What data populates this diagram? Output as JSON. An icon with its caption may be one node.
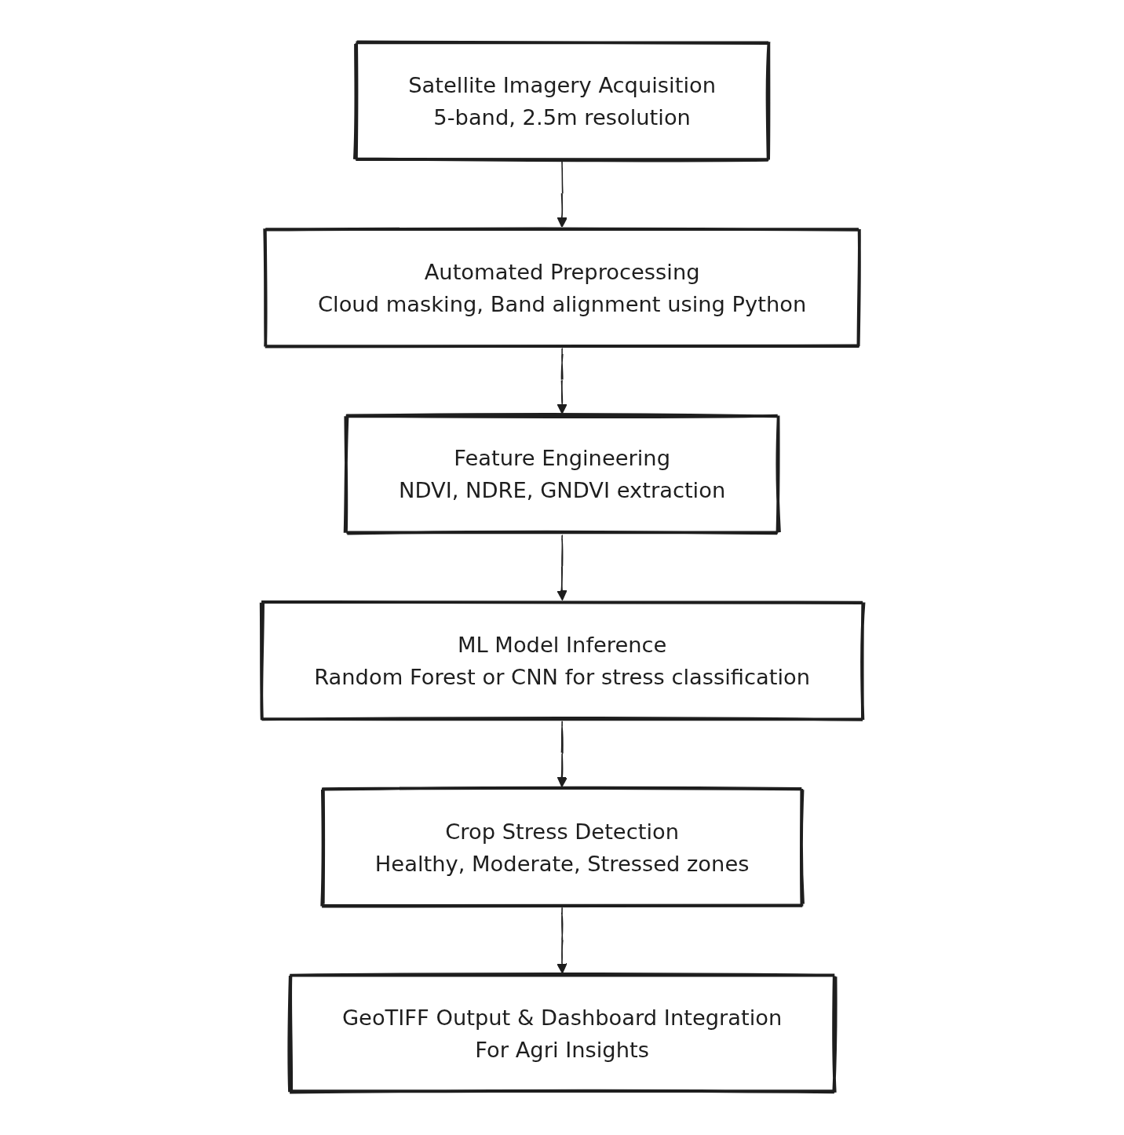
{
  "diagram": {
    "nodes": [
      {
        "text": [
          "Satellite Imagery Acquisition",
          "5-band, 2.5m resolution"
        ]
      },
      {
        "text": [
          "Automated Preprocessing",
          "Cloud masking, Band alignment using Python"
        ]
      },
      {
        "text": [
          "Feature Engineering",
          "NDVI, NDRE, GNDVI extraction"
        ]
      },
      {
        "text": [
          "ML Model Inference",
          "Random Forest or CNN for stress classification"
        ]
      },
      {
        "text": [
          "Crop Stress Detection",
          "Healthy, Moderate, Stressed zones"
        ]
      },
      {
        "text": [
          "GeoTIFF Output & Dashboard Integration",
          "For Agri Insights"
        ]
      }
    ],
    "edges": [
      {
        "from": 0,
        "to": 1,
        "arrow": "to"
      },
      {
        "from": 1,
        "to": 2,
        "arrow": "to"
      },
      {
        "from": 2,
        "to": 3,
        "arrow": "to"
      },
      {
        "from": 3,
        "to": 4,
        "arrow": "to"
      },
      {
        "from": 4,
        "to": 5,
        "arrow": "to"
      }
    ]
  }
}
